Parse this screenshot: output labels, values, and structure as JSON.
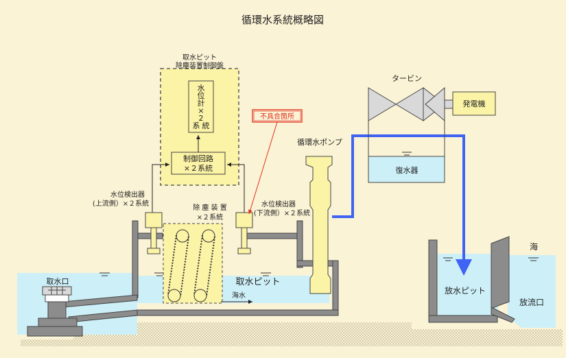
{
  "title": "循環水系統概略図",
  "labels": {
    "control_panel_line1": "取水ピット",
    "control_panel_line2": "除塵装置制御盤",
    "level_meter_1": "水",
    "level_meter_2": "位",
    "level_meter_3": "計",
    "level_meter_4": "×",
    "level_meter_5": "2",
    "level_meter_6": "系",
    "level_meter_7": "統",
    "control_circuit_1": "制御回路",
    "control_circuit_2": "×２系統",
    "defect_location": "不具合箇所",
    "pump": "循環水ポンプ",
    "turbine": "タービン",
    "generator": "発電機",
    "condenser": "復水器",
    "detector_up_1": "水位検出器",
    "detector_up_2": "(上流側）×２系統",
    "detector_down_1": "水位検出器",
    "detector_down_2": "(下流側）×２系統",
    "screen_1": "除 塵 装 置",
    "screen_2": "×２系統",
    "intake": "取水口",
    "intake_pit": "取水ピット",
    "seawater": "海水",
    "discharge_pit": "放水ピット",
    "outfall": "放流口",
    "sea": "海"
  },
  "colors": {
    "background": "#fbf3d6",
    "water": "#cdeff8",
    "equipment_yellow": "#fbf3a6",
    "concrete_gray": "#8c8c8c",
    "pipe_blue": "#3f63f2",
    "defect_red": "#e0301e"
  }
}
